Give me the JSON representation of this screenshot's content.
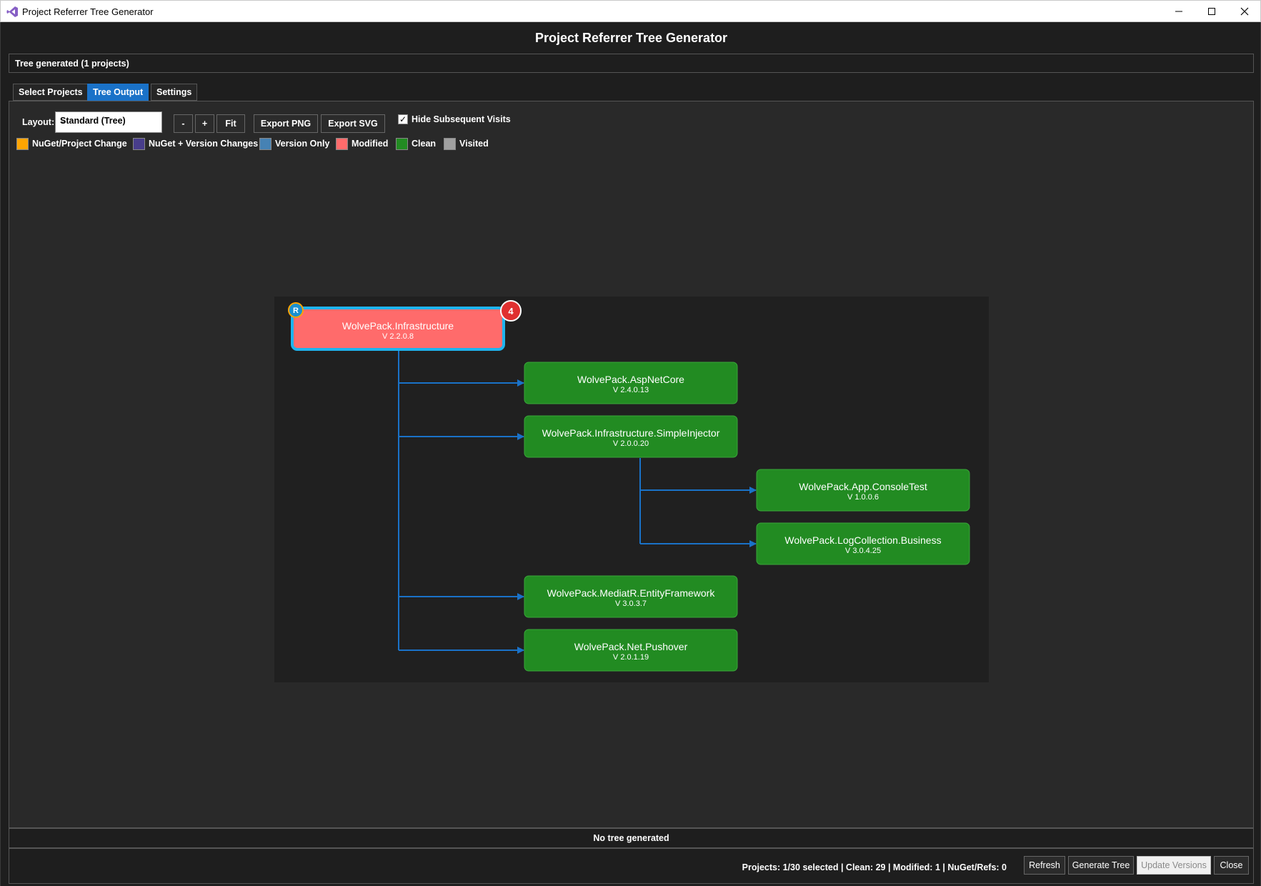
{
  "window": {
    "title": "Project Referrer Tree Generator"
  },
  "header": {
    "title": "Project Referrer Tree Generator"
  },
  "status_top": "Tree generated (1 projects)",
  "tabs": [
    {
      "label": "Select Projects",
      "active": false
    },
    {
      "label": "Tree Output",
      "active": true
    },
    {
      "label": "Settings",
      "active": false
    }
  ],
  "toolbar": {
    "layout_label": "Layout:",
    "layout_value": "Standard (Tree)",
    "zoom_out": "-",
    "zoom_in": "+",
    "fit": "Fit",
    "export_png": "Export PNG",
    "export_svg": "Export SVG",
    "hide_visits_label": "Hide Subsequent Visits",
    "hide_visits_checked": true
  },
  "legend": [
    {
      "label": "NuGet/Project Change",
      "color": "#ffa500"
    },
    {
      "label": "NuGet + Version Changes",
      "color": "#483d8b"
    },
    {
      "label": "Version Only",
      "color": "#4682b4"
    },
    {
      "label": "Modified",
      "color": "#ff6b6b"
    },
    {
      "label": "Clean",
      "color": "#228b22"
    },
    {
      "label": "Visited",
      "color": "#a0a0a0"
    }
  ],
  "tree": {
    "root": {
      "name": "WolvePack.Infrastructure",
      "version": "V 2.2.0.8",
      "badge_left": "R",
      "badge_right": "4",
      "status": "Modified"
    },
    "children": [
      {
        "name": "WolvePack.AspNetCore",
        "version": "V 2.4.0.13",
        "status": "Clean"
      },
      {
        "name": "WolvePack.Infrastructure.SimpleInjector",
        "version": "V 2.0.0.20",
        "status": "Clean",
        "children": [
          {
            "name": "WolvePack.App.ConsoleTest",
            "version": "V 1.0.0.6",
            "status": "Clean"
          },
          {
            "name": "WolvePack.LogCollection.Business",
            "version": "V 3.0.4.25",
            "status": "Clean"
          }
        ]
      },
      {
        "name": "WolvePack.MediatR.EntityFramework",
        "version": "V 3.0.3.7",
        "status": "Clean"
      },
      {
        "name": "WolvePack.Net.Pushover",
        "version": "V 2.0.1.19",
        "status": "Clean"
      }
    ]
  },
  "status_bottom": "No tree generated",
  "footer": {
    "summary": "Projects: 1/30 selected | Clean: 29 | Modified: 1 | NuGet/Refs: 0",
    "refresh": "Refresh",
    "generate": "Generate Tree",
    "update_versions": "Update Versions",
    "close": "Close"
  }
}
